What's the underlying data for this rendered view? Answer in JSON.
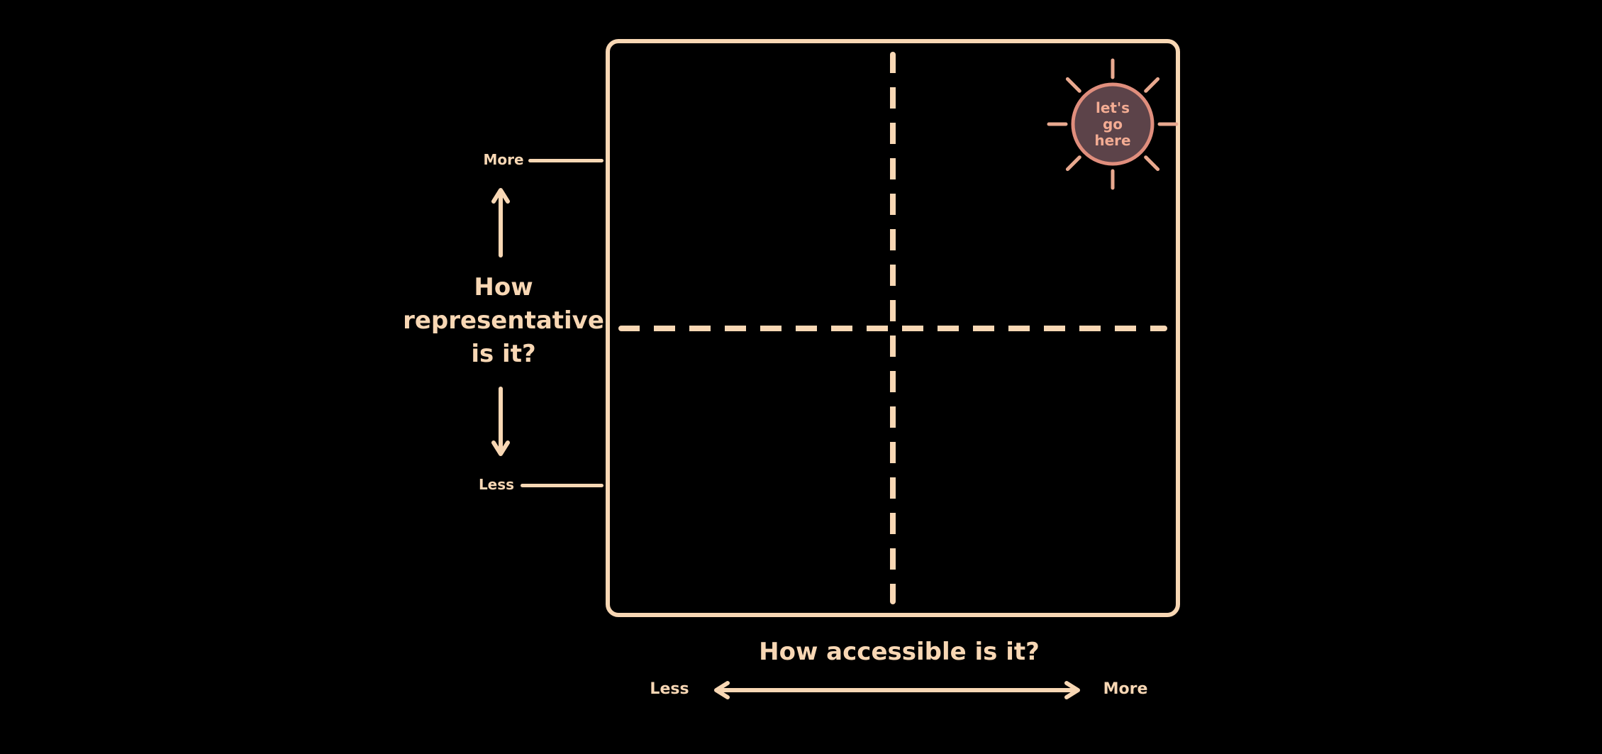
{
  "colors": {
    "background": "#000000",
    "peach": "#f8d7b4",
    "marker_fill": "#5c4349",
    "marker_border": "#e08e7d",
    "marker_tick": "#e9a98f",
    "marker_text": "#f3ac93"
  },
  "marker": {
    "label_lines": [
      "let's",
      "go",
      "here"
    ]
  },
  "y_axis": {
    "title_lines": [
      "How",
      "representative",
      "is it?"
    ],
    "more_label": "More",
    "less_label": "Less"
  },
  "x_axis": {
    "title": "How accessible is it?",
    "less_label": "Less",
    "more_label": "More"
  }
}
